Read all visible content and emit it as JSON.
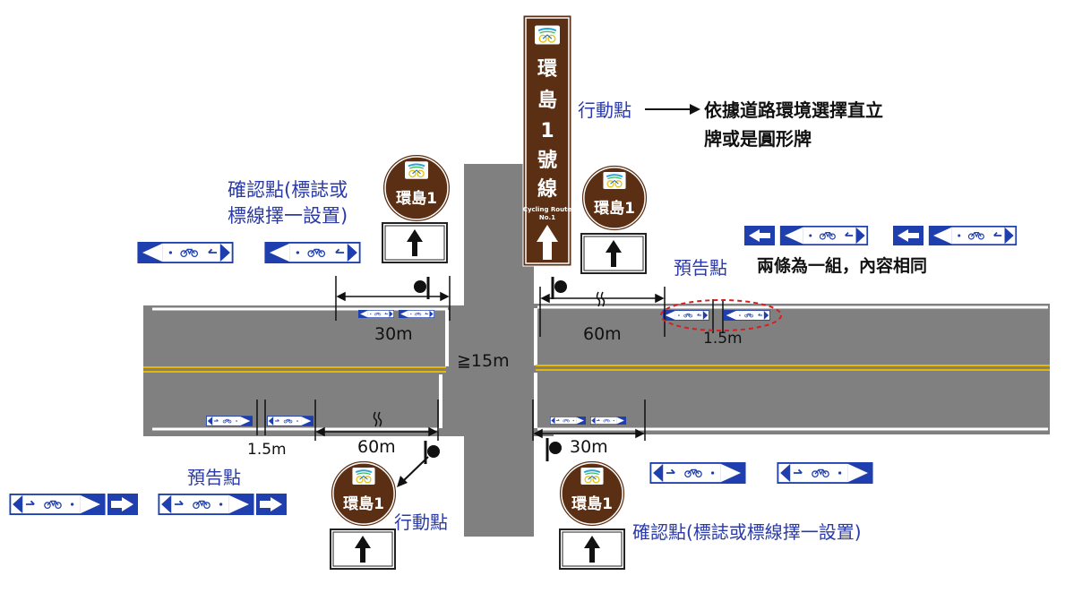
{
  "signs": {
    "round_text": "環島1",
    "vertical": {
      "chars": [
        "環",
        "島",
        "1",
        "號",
        "線"
      ],
      "english_line1": "Cycling Route",
      "english_line2": "No.1"
    }
  },
  "labels": {
    "action_point_top": "行動點",
    "arrow_note_line1": "依據道路環境選擇直立",
    "arrow_note_line2": "牌或是圓形牌",
    "confirm_left_line1": "確認點(標誌或",
    "confirm_left_line2": "標線擇一設置)",
    "preview_top": "預告點",
    "group_note": "兩條為一組，內容相同",
    "preview_bottom": "預告點",
    "action_point_bottom": "行動點",
    "confirm_bottom": "確認點(標誌或標線擇一設置)"
  },
  "dimensions": {
    "d30_top": "30m",
    "d60_top": "60m",
    "d15_top": "1.5m",
    "d_cross": "≧15m",
    "d15_bottom": "1.5m",
    "d60_bottom": "60m",
    "d30_bottom": "30m"
  },
  "colors": {
    "sign_brown": "#5a2f14",
    "marking_blue": "#1f3fae",
    "label_blue": "#2a3aa8",
    "road_gray": "#808080",
    "center_line_yellow": "#e6b800",
    "ellipse_red": "#d42020"
  },
  "icons": [
    "cycling-route-logo-icon",
    "up-arrow-icon",
    "left-arrow-icon",
    "right-arrow-icon",
    "bicycle-icon"
  ]
}
